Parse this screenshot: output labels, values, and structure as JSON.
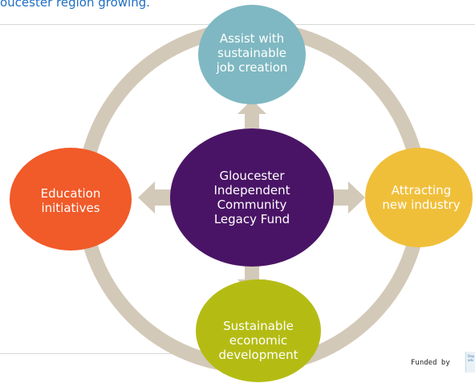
{
  "header": {
    "text": "oucester region growing."
  },
  "center": {
    "label": "Gloucester\nIndependent\nCommunity\nLegacy Fund",
    "color": "#4a1466"
  },
  "nodes": {
    "top": {
      "label": "Assist with\nsustainable\njob creation",
      "color": "#7fb8c2"
    },
    "right": {
      "label": "Attracting\nnew industry",
      "color": "#f0bf3a"
    },
    "bottom": {
      "label": "Sustainable\neconomic\ndevelopment",
      "color": "#b4bc14"
    },
    "left": {
      "label": "Education\ninitiatives",
      "color": "#f15a29"
    }
  },
  "ring_color": "#d3c9b8",
  "arrow_color": "#d3c9b8",
  "footer": {
    "funded_by": "Funded by",
    "logo_text": "Dep\nadv"
  }
}
